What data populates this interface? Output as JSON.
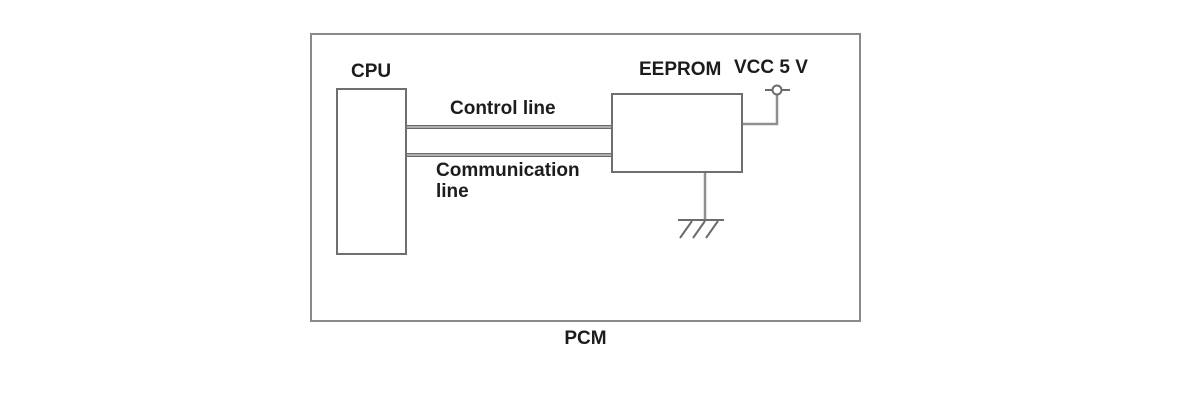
{
  "diagram": {
    "outer_box_label": "PCM",
    "cpu_label": "CPU",
    "eeprom_label": "EEPROM",
    "vcc_label": "VCC 5 V",
    "control_line_label": "Control line",
    "communication_line_label": "Communication line"
  },
  "colors": {
    "background": "#ffffff",
    "outer_border": "#8a8a8a",
    "component_border": "#6f6f6f",
    "wire": "#8f8f8f",
    "wire_edge": "#6a6a6a",
    "wire_fill": "#b0b0b0",
    "symbol": "#6b6b6b",
    "text": "#1c1c1c"
  }
}
